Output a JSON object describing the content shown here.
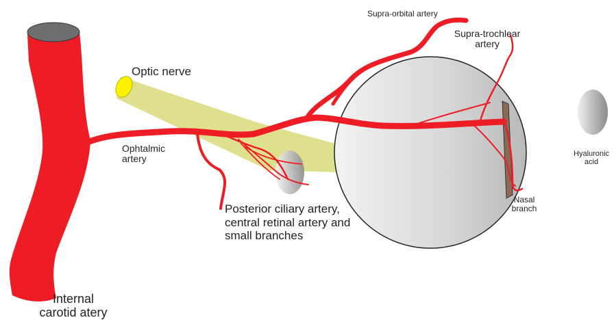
{
  "labels": {
    "supra_orbital": "Supra-orbital artery",
    "supra_trochlear": "Supra-trochlear artery",
    "optic_nerve": "Optic nerve",
    "ophthalmic": "Ophtalmic artery",
    "posterior_ciliary": "Posterior ciliary artery, central retinal artery and small branches",
    "nasal": "Nasal branch",
    "hyaluronic": "Hyaluronic acid",
    "carotid": "Internal carotid atery"
  },
  "colors": {
    "artery": "#ee1c25",
    "optic_nerve": "#dfe08e",
    "optic_nerve_end": "#fff200",
    "eyeball_fill": "#d6d6d6",
    "nasal_band": "#8b6a55",
    "text": "#231f20"
  }
}
